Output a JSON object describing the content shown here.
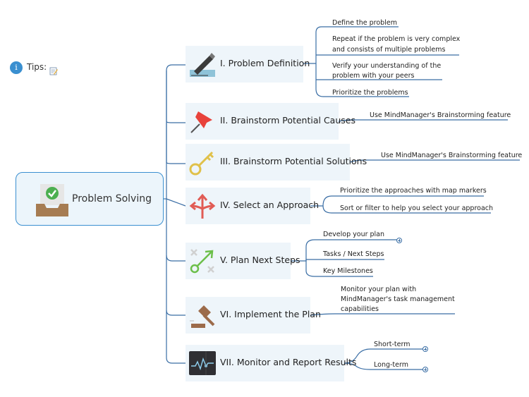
{
  "tips": {
    "label": "Tips:",
    "info_glyph": "i"
  },
  "root": {
    "label": "Problem Solving",
    "icon": "inbox-check-icon"
  },
  "topics": [
    {
      "label": "I. Problem Definition",
      "icon": "pen-icon",
      "subtopics": [
        "Define the problem",
        "Repeat if the problem is very complex and consists of multiple problems",
        "Verify your understanding of the problem with your peers",
        "Prioritize the problems"
      ]
    },
    {
      "label": "II. Brainstorm Potential Causes",
      "icon": "pushpin-icon",
      "subtopics": [
        "Use MindManager's Brainstorming feature"
      ]
    },
    {
      "label": "III. Brainstorm Potential Solutions",
      "icon": "key-icon",
      "subtopics": [
        "Use MindManager's Brainstorming feature"
      ]
    },
    {
      "label": "IV. Select an Approach",
      "icon": "direction-arrows-icon",
      "subtopics": [
        "Prioritize the approaches with map markers",
        "Sort or filter to help you select your approach"
      ]
    },
    {
      "label": "V. Plan Next Steps",
      "icon": "strategy-arrow-icon",
      "subtopics": [
        "Develop your plan",
        "Tasks / Next Steps",
        "Key Milestones"
      ]
    },
    {
      "label": "VI. Implement the Plan",
      "icon": "gavel-icon",
      "subtopics": [
        "Monitor your plan with MindManager's task management capabilities"
      ]
    },
    {
      "label": "VII. Monitor and Report Results",
      "icon": "monitor-chart-icon",
      "subtopics": [
        "Short-term",
        "Long-term"
      ]
    }
  ],
  "leaf_lines": {
    "t1_s2_l1": "Repeat if the problem is very complex",
    "t1_s2_l2": "and consists of multiple problems",
    "t1_s3_l1": "Verify your understanding of the",
    "t1_s3_l2": "problem with your peers",
    "t6_s1_l1": "Monitor your plan with",
    "t6_s1_l2": "MindManager's task management",
    "t6_s1_l3": "capabilities"
  },
  "colors": {
    "line": "#3a6ea5",
    "root_border": "#3a8fd0",
    "root_fill": "#ecf5fb",
    "topic_fill": "#eef5fa"
  }
}
